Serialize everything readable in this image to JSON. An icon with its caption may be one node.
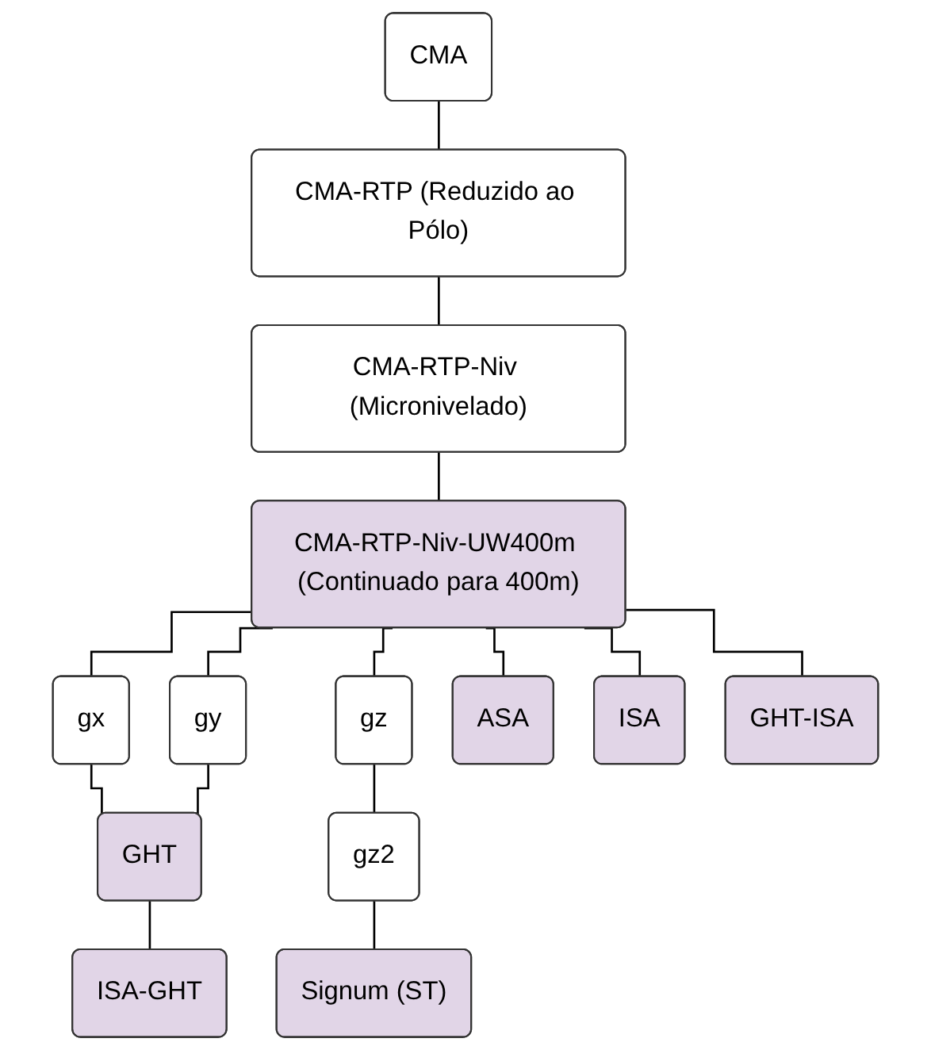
{
  "diagram": {
    "nodes": [
      {
        "text": [
          "CMA"
        ]
      },
      {
        "text": [
          "CMA-RTP (Reduzido ao Pólo)"
        ]
      },
      {
        "text": [
          "CMA-RTP-Niv (Micronivelado)"
        ]
      },
      {
        "text": [
          "CMA-RTP-Niv-UW400m (Continuado para 400m)"
        ]
      },
      {
        "text": [
          "gx"
        ]
      },
      {
        "text": [
          "gy"
        ]
      },
      {
        "text": [
          "gz"
        ]
      },
      {
        "text": [
          "ASA"
        ]
      },
      {
        "text": [
          "ISA"
        ]
      },
      {
        "text": [
          "GHT-ISA"
        ]
      },
      {
        "text": [
          "gz2"
        ]
      },
      {
        "text": [
          "GHT"
        ]
      },
      {
        "text": [
          "Signum (ST)"
        ]
      },
      {
        "text": [
          "ISA-GHT"
        ]
      }
    ],
    "edges": [
      {
        "from": 0,
        "to": 1,
        "arrow": "none"
      },
      {
        "from": 1,
        "to": 2,
        "arrow": "none"
      },
      {
        "from": 2,
        "to": 3,
        "arrow": "none"
      },
      {
        "from": 3,
        "to": 4,
        "arrow": "none"
      },
      {
        "from": 3,
        "to": 5,
        "arrow": "none"
      },
      {
        "from": 3,
        "to": 6,
        "arrow": "none"
      },
      {
        "from": 3,
        "to": 7,
        "arrow": "none"
      },
      {
        "from": 3,
        "to": 8,
        "arrow": "none"
      },
      {
        "from": 3,
        "to": 9,
        "arrow": "none"
      },
      {
        "from": 4,
        "to": 11,
        "arrow": "none"
      },
      {
        "from": 5,
        "to": 11,
        "arrow": "none"
      },
      {
        "from": 6,
        "to": 10,
        "arrow": "none"
      },
      {
        "from": 10,
        "to": 12,
        "arrow": "none"
      },
      {
        "from": 11,
        "to": 13,
        "arrow": "none"
      }
    ]
  }
}
